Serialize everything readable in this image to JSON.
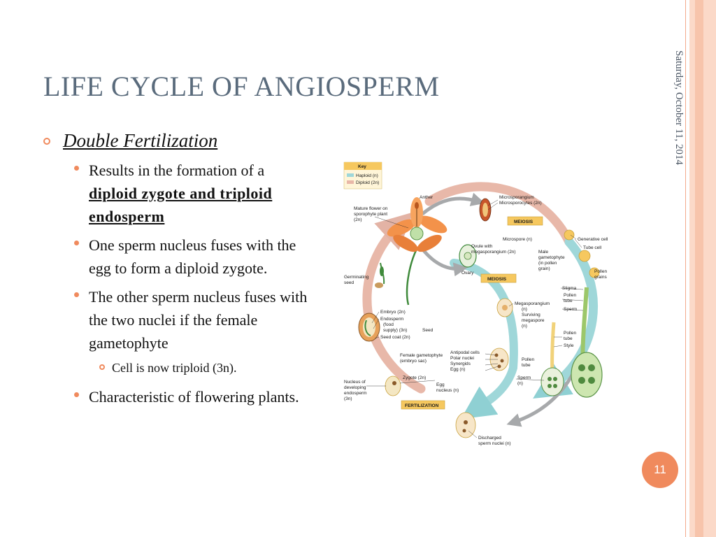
{
  "slide": {
    "title": "LIFE CYCLE OF ANGIOSPERM",
    "date": "Saturday, October 11, 2014",
    "page_number": "11",
    "colors": {
      "accent": "#f08a5d",
      "title": "#5a6b7c",
      "band": "#fbd9c8"
    }
  },
  "content": {
    "heading": "Double Fertilization",
    "bullet1": {
      "pre": "Results in the formation of a ",
      "bold": "diploid zygote and triploid endosperm"
    },
    "bullet2": "One sperm nucleus fuses with the egg to form a diploid zygote.",
    "bullet3": "The other sperm nucleus fuses with the two nuclei if the female gametophyte",
    "sub_bullet": "Cell is now triploid (3n).",
    "bullet4": "Characteristic of flowering plants."
  },
  "diagram": {
    "key_title": "Key",
    "key_haploid": "Haploid (n)",
    "key_diploid": "Diploid (2n)",
    "meiosis_1": "MEIOSIS",
    "meiosis_2": "MEIOSIS",
    "fertilization": "FERTILIZATION",
    "labels": {
      "anther": "Anther",
      "mature_flower_1": "Mature flower on",
      "mature_flower_2": "sporophyte plant",
      "mature_flower_3": "(2n)",
      "microsporangium": "Microsporangium",
      "microsporocytes": "Microsporocytes (2n)",
      "generative_cell": "Generative cell",
      "microspore": "Microspore (n)",
      "tube_cell": "Tube cell",
      "ovule_1": "Ovule with",
      "ovule_2": "megasporangium (2n)",
      "male_gam_1": "Male",
      "male_gam_2": "gametophyte",
      "male_gam_3": "(in pollen",
      "male_gam_4": "grain)",
      "ovary": "Ovary",
      "pollen_grains_1": "Pollen",
      "pollen_grains_2": "grains",
      "germinating_1": "Germinating",
      "germinating_2": "seed",
      "stigma": "Stigma",
      "pollen_tube_1": "Pollen",
      "pollen_tube_2": "tube",
      "sperm_1": "Sperm",
      "megasporangium_1": "Megasporangium",
      "megasporangium_2": "(n)",
      "surviving_1": "Surviving",
      "surviving_2": "megaspore",
      "surviving_3": "(n)",
      "embryo": "Embryo (2n)",
      "endosperm_1": "Endosperm",
      "endosperm_2": "(food",
      "endosperm_3": "supply) (3n)",
      "seed_coat": "Seed coat (2n)",
      "seed": "Seed",
      "pollen_tube_b1": "Pollen",
      "pollen_tube_b2": "tube",
      "style": "Style",
      "female_gam_1": "Female gametophyte",
      "female_gam_2": "(embryo sac)",
      "antipodal": "Antipodal cells",
      "polar": "Polar nuclei",
      "synergids": "Synergids",
      "egg": "Egg (n)",
      "pollen_tube_c1": "Pollen",
      "pollen_tube_c2": "tube",
      "nucleus_dev_1": "Nucleus of",
      "nucleus_dev_2": "developing",
      "nucleus_dev_3": "endosperm",
      "nucleus_dev_4": "(3n)",
      "zygote": "Zygote (2n)",
      "egg_nucleus_1": "Egg",
      "egg_nucleus_2": "nucleus (n)",
      "sperm_2a": "Sperm",
      "sperm_2b": "(n)",
      "discharged_1": "Discharged",
      "discharged_2": "sperm nuclei (n)"
    }
  }
}
